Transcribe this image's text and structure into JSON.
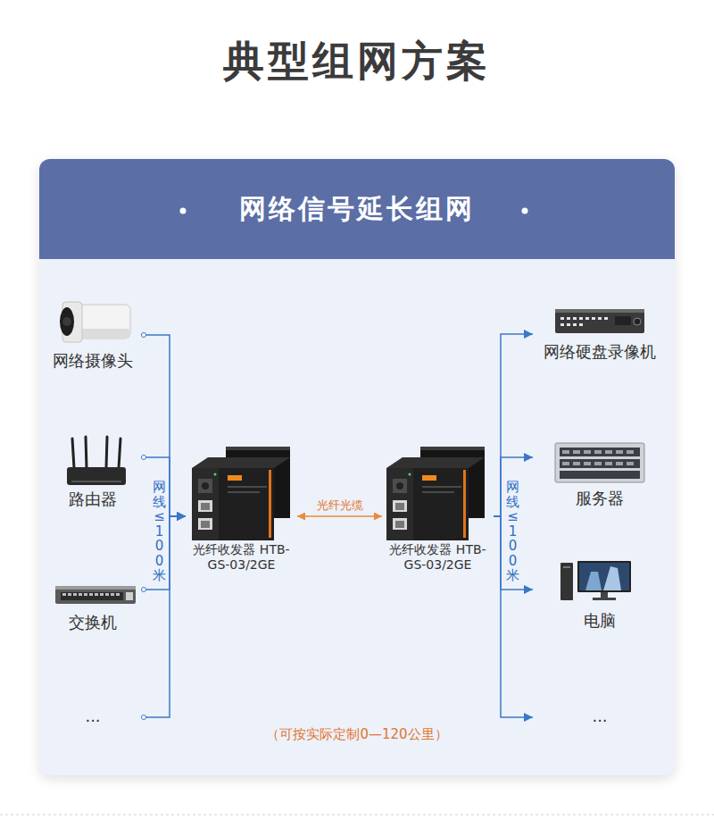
{
  "diagram": {
    "title": "典型组网方案",
    "nodes": [
      {
        "text": [
          "网络信号延长组网"
        ]
      },
      {
        "text": [
          "网络摄像头"
        ],
        "in": 0
      },
      {
        "text": [
          "路由器"
        ],
        "in": 0
      },
      {
        "text": [
          "交换机"
        ],
        "in": 0
      },
      {
        "text": [
          "..."
        ],
        "in": 0
      },
      {
        "text": [
          "光纤收发器 HTB-GS-03/2GE"
        ],
        "in": 0
      },
      {
        "text": [
          "光纤收发器 HTB-GS-03/2GE"
        ],
        "in": 0
      },
      {
        "text": [
          "网络硬盘录像机"
        ],
        "in": 0
      },
      {
        "text": [
          "服务器"
        ],
        "in": 0
      },
      {
        "text": [
          "电脑"
        ],
        "in": 0
      },
      {
        "text": [
          "..."
        ],
        "in": 0
      }
    ],
    "edges": [
      {
        "from": 1,
        "to": 5,
        "arrow": "to"
      },
      {
        "from": 2,
        "to": 5,
        "arrow": "to"
      },
      {
        "from": 3,
        "to": 5,
        "arrow": "to"
      },
      {
        "from": 4,
        "to": 5,
        "arrow": "to"
      },
      {
        "from": 5,
        "to": 6,
        "label": "光纤光缆",
        "arrow": "both"
      },
      {
        "from": 6,
        "to": 7,
        "arrow": "to"
      },
      {
        "from": 6,
        "to": 8,
        "arrow": "to"
      },
      {
        "from": 6,
        "to": 9,
        "arrow": "to"
      },
      {
        "from": 6,
        "to": 10,
        "arrow": "to"
      }
    ],
    "labels": [
      "网线≤100米",
      "网线≤100米",
      "（可按实际定制0—120公里）"
    ]
  }
}
